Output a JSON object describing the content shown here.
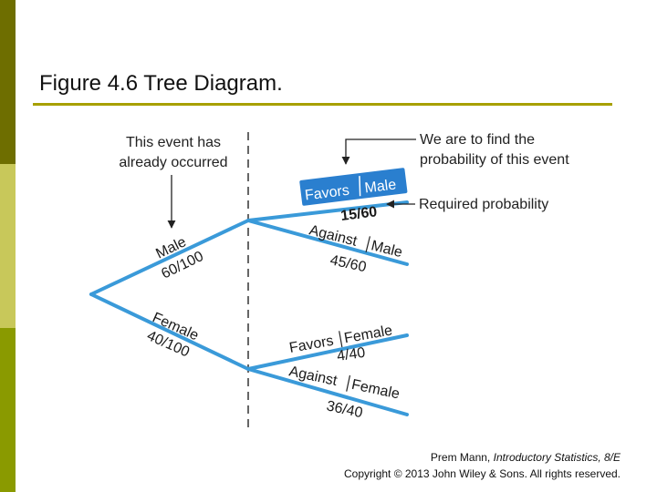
{
  "slide": {
    "title": "Figure 4.6 Tree Diagram."
  },
  "diagram": {
    "note_occurred": [
      "This event has",
      "already occurred"
    ],
    "note_find": [
      "We are to find the",
      "probability of this event"
    ],
    "note_required": "Required probability",
    "branches": {
      "male": {
        "label": "Male",
        "prob": "60/100"
      },
      "female": {
        "label": "Female",
        "prob": "40/100"
      },
      "favors_male": {
        "label_a": "Favors",
        "label_b": "Male",
        "prob": "15/60"
      },
      "against_male": {
        "label_a": "Against",
        "label_b": "Male",
        "prob": "45/60"
      },
      "favors_female": {
        "label_a": "Favors",
        "label_b": "Female",
        "prob": "4/40"
      },
      "against_female": {
        "label_a": "Against",
        "label_b": "Female",
        "prob": "36/40"
      }
    }
  },
  "credit": {
    "line1_prefix": "Prem Mann, ",
    "line1_italic": "Introductory Statistics, 8/E",
    "line2": "Copyright © 2013 John Wiley & Sons. All rights reserved."
  },
  "colors": {
    "branch": "#3a9ad9",
    "highlight": "#2a7fcf",
    "accent_rule": "#a7a000"
  }
}
